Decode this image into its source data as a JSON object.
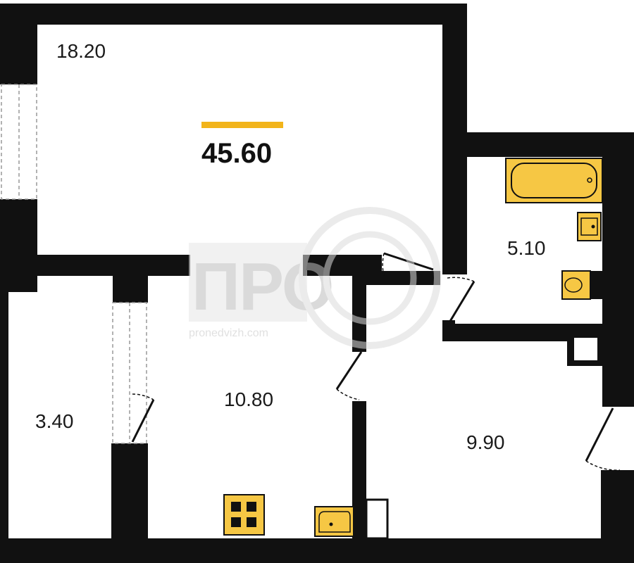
{
  "plan": {
    "total_area": "45.60",
    "rooms": [
      {
        "id": "living-room",
        "area": "18.20"
      },
      {
        "id": "bathroom",
        "area": "5.10"
      },
      {
        "id": "kitchen",
        "area": "10.80"
      },
      {
        "id": "bedroom",
        "area": "9.90"
      },
      {
        "id": "loggia",
        "area": "3.40"
      }
    ]
  },
  "watermark": {
    "logo_text": "ПРО",
    "site": "pronedvizh.com"
  },
  "colors": {
    "wall": "#111111",
    "fixture": "#f6c744",
    "accent": "#f2b41a",
    "watermark": "#d9d9d9"
  }
}
